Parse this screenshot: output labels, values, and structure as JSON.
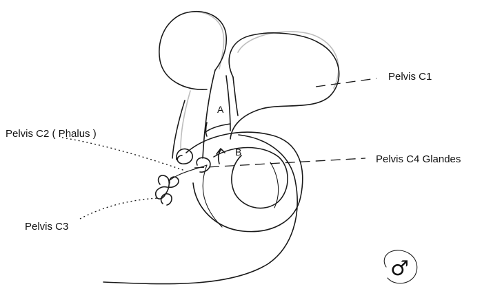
{
  "labels": {
    "c1": "Pelvis C1",
    "c2": "Pelvis C2 ( Phalus )",
    "c3": "Pelvis C3",
    "c4": "Pelvis C4 Glandes",
    "a": "A",
    "b": "B"
  },
  "symbol": {
    "name": "male-symbol-icon",
    "glyph": "♂"
  }
}
